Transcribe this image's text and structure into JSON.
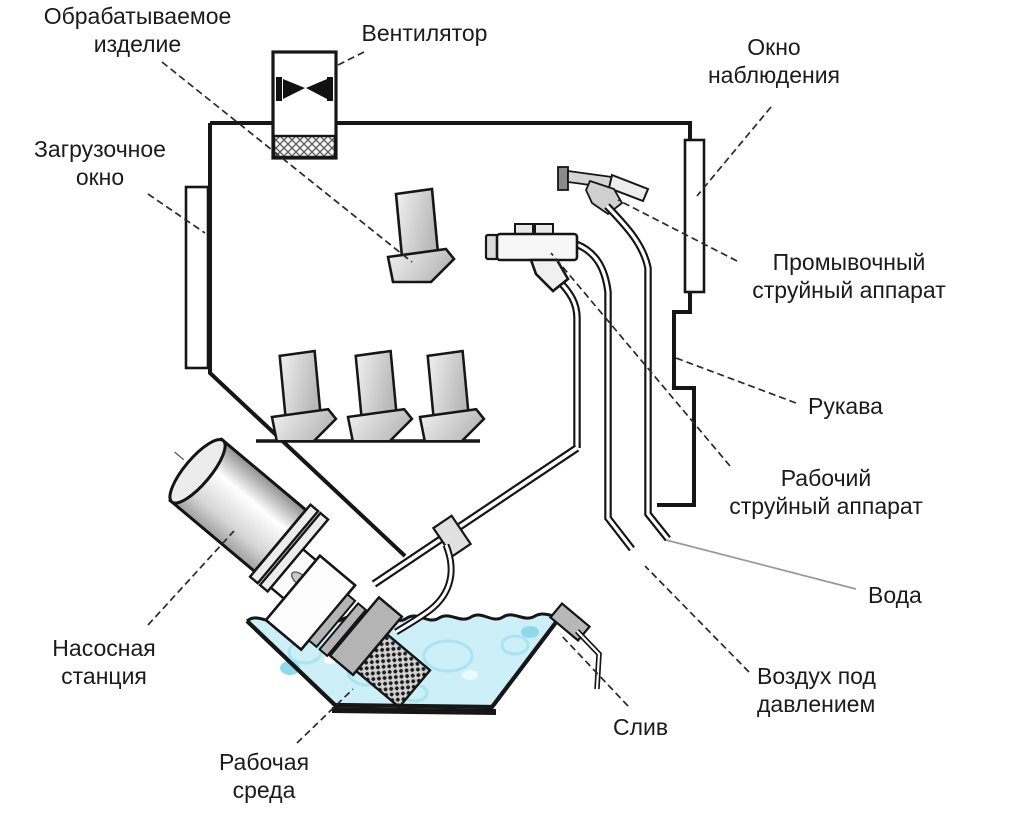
{
  "diagram": {
    "type": "technical-schematic",
    "subject": "hydroabrasive blasting chamber",
    "colors": {
      "background": "#ffffff",
      "line": "#1a1a1a",
      "water": "#cceff8",
      "water_bubble": "#a8e4f1",
      "metal_gray": "#b4b4b4",
      "leader": "#2a2a2a",
      "leader_water": "#999999"
    },
    "labels": {
      "workpiece": {
        "line1": "Обрабатываемое",
        "line2": "изделие"
      },
      "fan": {
        "line1": "Вентилятор"
      },
      "loading_window": {
        "line1": "Загрузочное",
        "line2": "окно"
      },
      "observation_window": {
        "line1": "Окно",
        "line2": "наблюдения"
      },
      "washing_jet_apparatus": {
        "line1": "Промывочный",
        "line2": "струйный аппарат"
      },
      "hoses": {
        "line1": "Рукава"
      },
      "working_jet_apparatus": {
        "line1": "Рабочий",
        "line2": "струйный аппарат"
      },
      "water_inlet": {
        "line1": "Вода"
      },
      "pressurized_air": {
        "line1": "Воздух под",
        "line2": "давлением"
      },
      "drain": {
        "line1": "Слив"
      },
      "pump_station": {
        "line1": "Насосная",
        "line2": "станция"
      },
      "working_medium": {
        "line1": "Рабочая",
        "line2": "среда"
      }
    }
  }
}
